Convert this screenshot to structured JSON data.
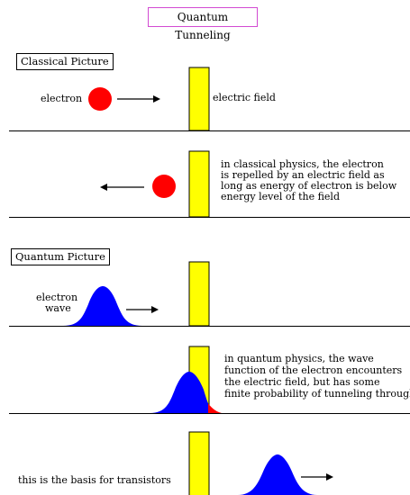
{
  "title": "Quantum Tunneling",
  "classical": {
    "label": "Classical Picture",
    "electron_label": "electron",
    "field_label": "electric field",
    "description_lines": [
      "in classical physics, the electron",
      "is repelled by an electric field as",
      "long as energy of electron is below",
      "energy level of the field"
    ]
  },
  "quantum": {
    "label": "Quantum Picture",
    "wave_label_lines": [
      "electron",
      "wave"
    ],
    "description_lines": [
      "in quantum physics, the wave",
      "function of the electron encounters",
      "the electric field, but has some",
      "finite probability of tunneling through"
    ],
    "basis_text": "this is the basis for transistors"
  },
  "colors": {
    "barrier_fill": "#ffff00",
    "electron": "#ff0000",
    "wave": "#0000ff",
    "tunnel": "#ff0000",
    "title_border": "#d24bd2"
  },
  "icons": [
    "arrow-right-icon",
    "arrow-left-icon"
  ]
}
